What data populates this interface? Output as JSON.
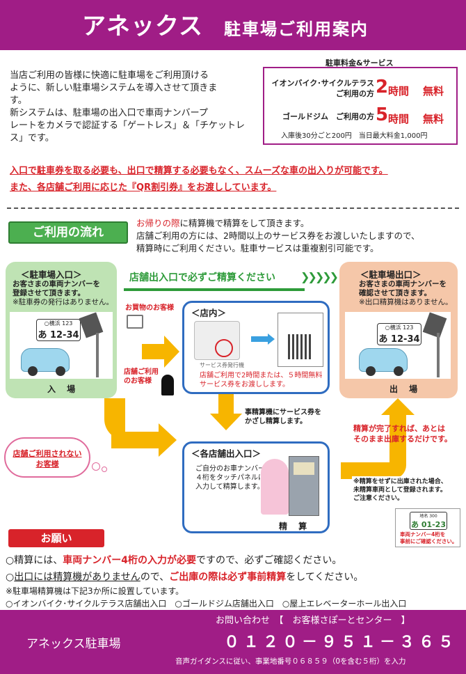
{
  "header": {
    "title": "アネックス",
    "subtitle": "駐車場ご利用案内"
  },
  "intro": {
    "lines": [
      "当店ご利用の皆様に快適に駐車場をご利用頂ける",
      "ように、新しい駐車場システムを導入させて頂きま",
      "す。",
      "新システムは、駐車場の出入口で車両ナンバープ",
      "レートをカメラで認証する「ゲートレス」＆「チケットレ",
      "ス」です。"
    ]
  },
  "fees": {
    "heading": "駐車料金&サービス",
    "rows": [
      {
        "who_line1": "イオンバイク･サイクルテラス",
        "who_line2": "ご利用の方",
        "hours": "2",
        "unit": "時間",
        "free": "無料"
      },
      {
        "who_line1": "ゴールドジム　ご利用の方",
        "who_line2": "",
        "hours": "5",
        "unit": "時間",
        "free": "無料"
      }
    ],
    "note": "入庫後30分ごと200円　当日最大料金1,000円"
  },
  "notices": {
    "line1": "入口で駐車券を取る必要も、出口で精算する必要もなく、スムーズな車の出入りが可能です。",
    "line2": "また、各店舗ご利用に応じた『QR割引券』をお渡ししています。"
  },
  "flow": {
    "title": "ご利用の流れ",
    "text_red": "お帰りの際",
    "text_line1_rest": "に精算機で精算をして頂きます。",
    "text_line2": "店舗ご利用の方には、2時間以上のサービス券をお渡しいたしますので、",
    "text_line3": "精算時にご利用ください。駐車サービスは重複割引可能です。",
    "banner": "店舗出入口で必ずご精算ください",
    "chevrons": "❯❯❯❯❯"
  },
  "entrance": {
    "title": "＜駐車場入口＞",
    "text1": "お客さまの車両ナンバーを",
    "text2": "登録させて頂きます。",
    "text3": "※駐車券の発行はありません。",
    "plate_top": "○横浜 123",
    "plate_bottom": "あ 12-34",
    "label": "入 場"
  },
  "exit": {
    "title": "＜駐車場出口＞",
    "text1": "お客さまの車両ナンバーを",
    "text2": "確認させて頂きます。",
    "text3": "※出口精算機はありません。",
    "plate_top": "○横浜 123",
    "plate_bottom": "あ 12-34",
    "label": "出 場"
  },
  "store_inside": {
    "title": "＜店内＞",
    "machine_label": "サービス券発行機",
    "note1": "店舗ご利用で2時間または、５時間無料",
    "note2": "サービス券をお渡しします。"
  },
  "store_exit": {
    "title": "＜各店舗出入口＞",
    "text1": "ご自分のお車ナンバー",
    "text2": "４桁をタッチパネルに",
    "text3": "入力して精算します。",
    "label": "精 算"
  },
  "side_labels": {
    "shopper": "お買物のお客様",
    "store_user1": "店舗ご利用",
    "store_user2": "のお客様",
    "hold_ticket1": "事精算機にサービス券を",
    "hold_ticket2": "かざし精算します。",
    "done1": "精算が完了すれば、あとは",
    "done2": "そのまま出庫するだけです。",
    "warn1": "※精算をせずに出庫された場合、",
    "warn2": "未精算車両として登録されます。",
    "warn3": "ご注意ください。",
    "plate_small_top": "地名 300",
    "plate_small_bottom": "あ 01-23",
    "plate_small_note1": "車両ナンバー4桁を",
    "plate_small_note2": "事前にご確認ください。"
  },
  "cloud": {
    "line1": "店舗ご利用されない",
    "line2": "お客様"
  },
  "requests": {
    "title": "お願い",
    "r1_a": "○精算には、",
    "r1_red": "車両ナンバー4桁の入力が必要",
    "r1_b": "ですので、必ずご確認ください。",
    "r2_a": "○",
    "r2_u": "出口には精算機がありません",
    "r2_b": "ので、",
    "r2_red": "ご出庫の際は必ず事前精算",
    "r2_c": "をしてください。",
    "r3": "※駐車場精算機は下記3か所に設置しています。",
    "r4": "○イオンバイク･サイクルテラス店舗出入口　○ゴールドジム店舗出入口　○屋上エレベーターホール出入口"
  },
  "footer": {
    "name": "アネックス駐車場",
    "inquiry": "お問い合わせ　【　お客様さぽーとセンター　】",
    "phone": "０１２０－９５１－３６５",
    "note": "音声ガイダンスに従い、事業地番号０６８５９（0を含む５桁）を入力"
  },
  "colors": {
    "brand": "#a01d86",
    "accent_red": "#d8232a",
    "green": "#4caf50",
    "blue": "#2f6cc0",
    "yellow": "#f7b500"
  }
}
